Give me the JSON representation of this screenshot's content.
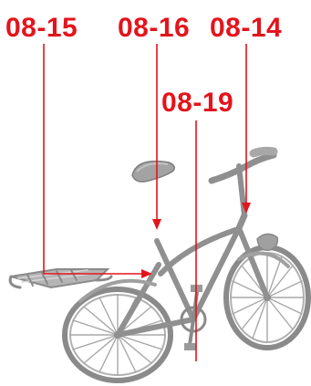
{
  "callouts": {
    "c1": {
      "text": "08-15",
      "color": "#e3141c"
    },
    "c2": {
      "text": "08-16",
      "color": "#e3141c"
    },
    "c3": {
      "text": "08-14",
      "color": "#e3141c"
    },
    "c4": {
      "text": "08-19",
      "color": "#e3141c"
    }
  },
  "parts": [
    "rear-carrier",
    "saddle",
    "handlebar",
    "frame",
    "front-wheel",
    "rear-wheel"
  ],
  "colors": {
    "bike": "#9a9a9a",
    "bike_dark": "#6e6e6e",
    "accent": "#e3141c"
  }
}
